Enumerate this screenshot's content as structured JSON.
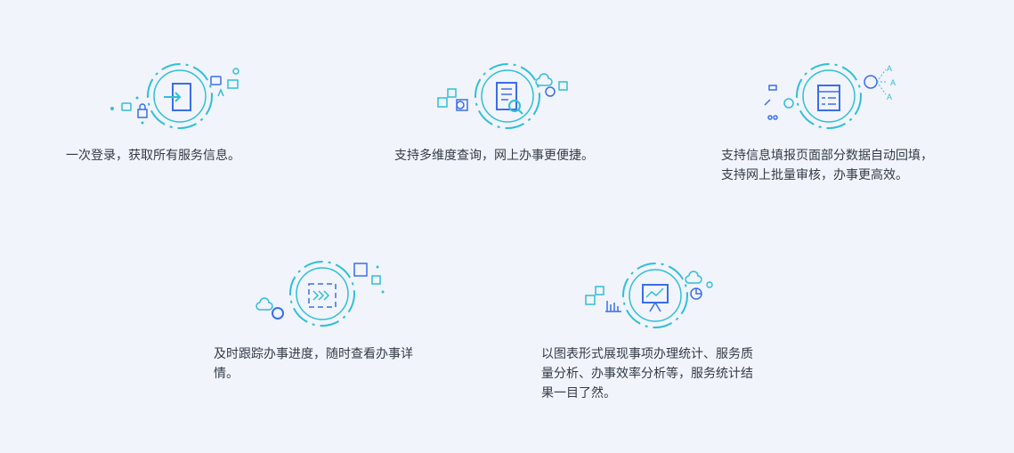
{
  "features": [
    {
      "icon": "login-door-icon",
      "text": "一次登录，获取所有服务信息。"
    },
    {
      "icon": "document-search-icon",
      "text": "支持多维度查询，网上办事更便捷。"
    },
    {
      "icon": "form-autofill-icon",
      "text": "支持信息填报页面部分数据自动回填，支持网上批量审核，办事更高效。"
    },
    {
      "icon": "progress-tracking-icon",
      "text": "及时跟踪办事进度，随时查看办事详情。"
    },
    {
      "icon": "statistics-chart-icon",
      "text": "以图表形式展现事项办理统计、服务质量分析、办事效率分析等，服务统计结果一目了然。"
    }
  ],
  "colors": {
    "blue": "#3a6ee8",
    "cyan": "#2fbfd6",
    "text": "#333a45",
    "background": "#f1f4fa"
  }
}
